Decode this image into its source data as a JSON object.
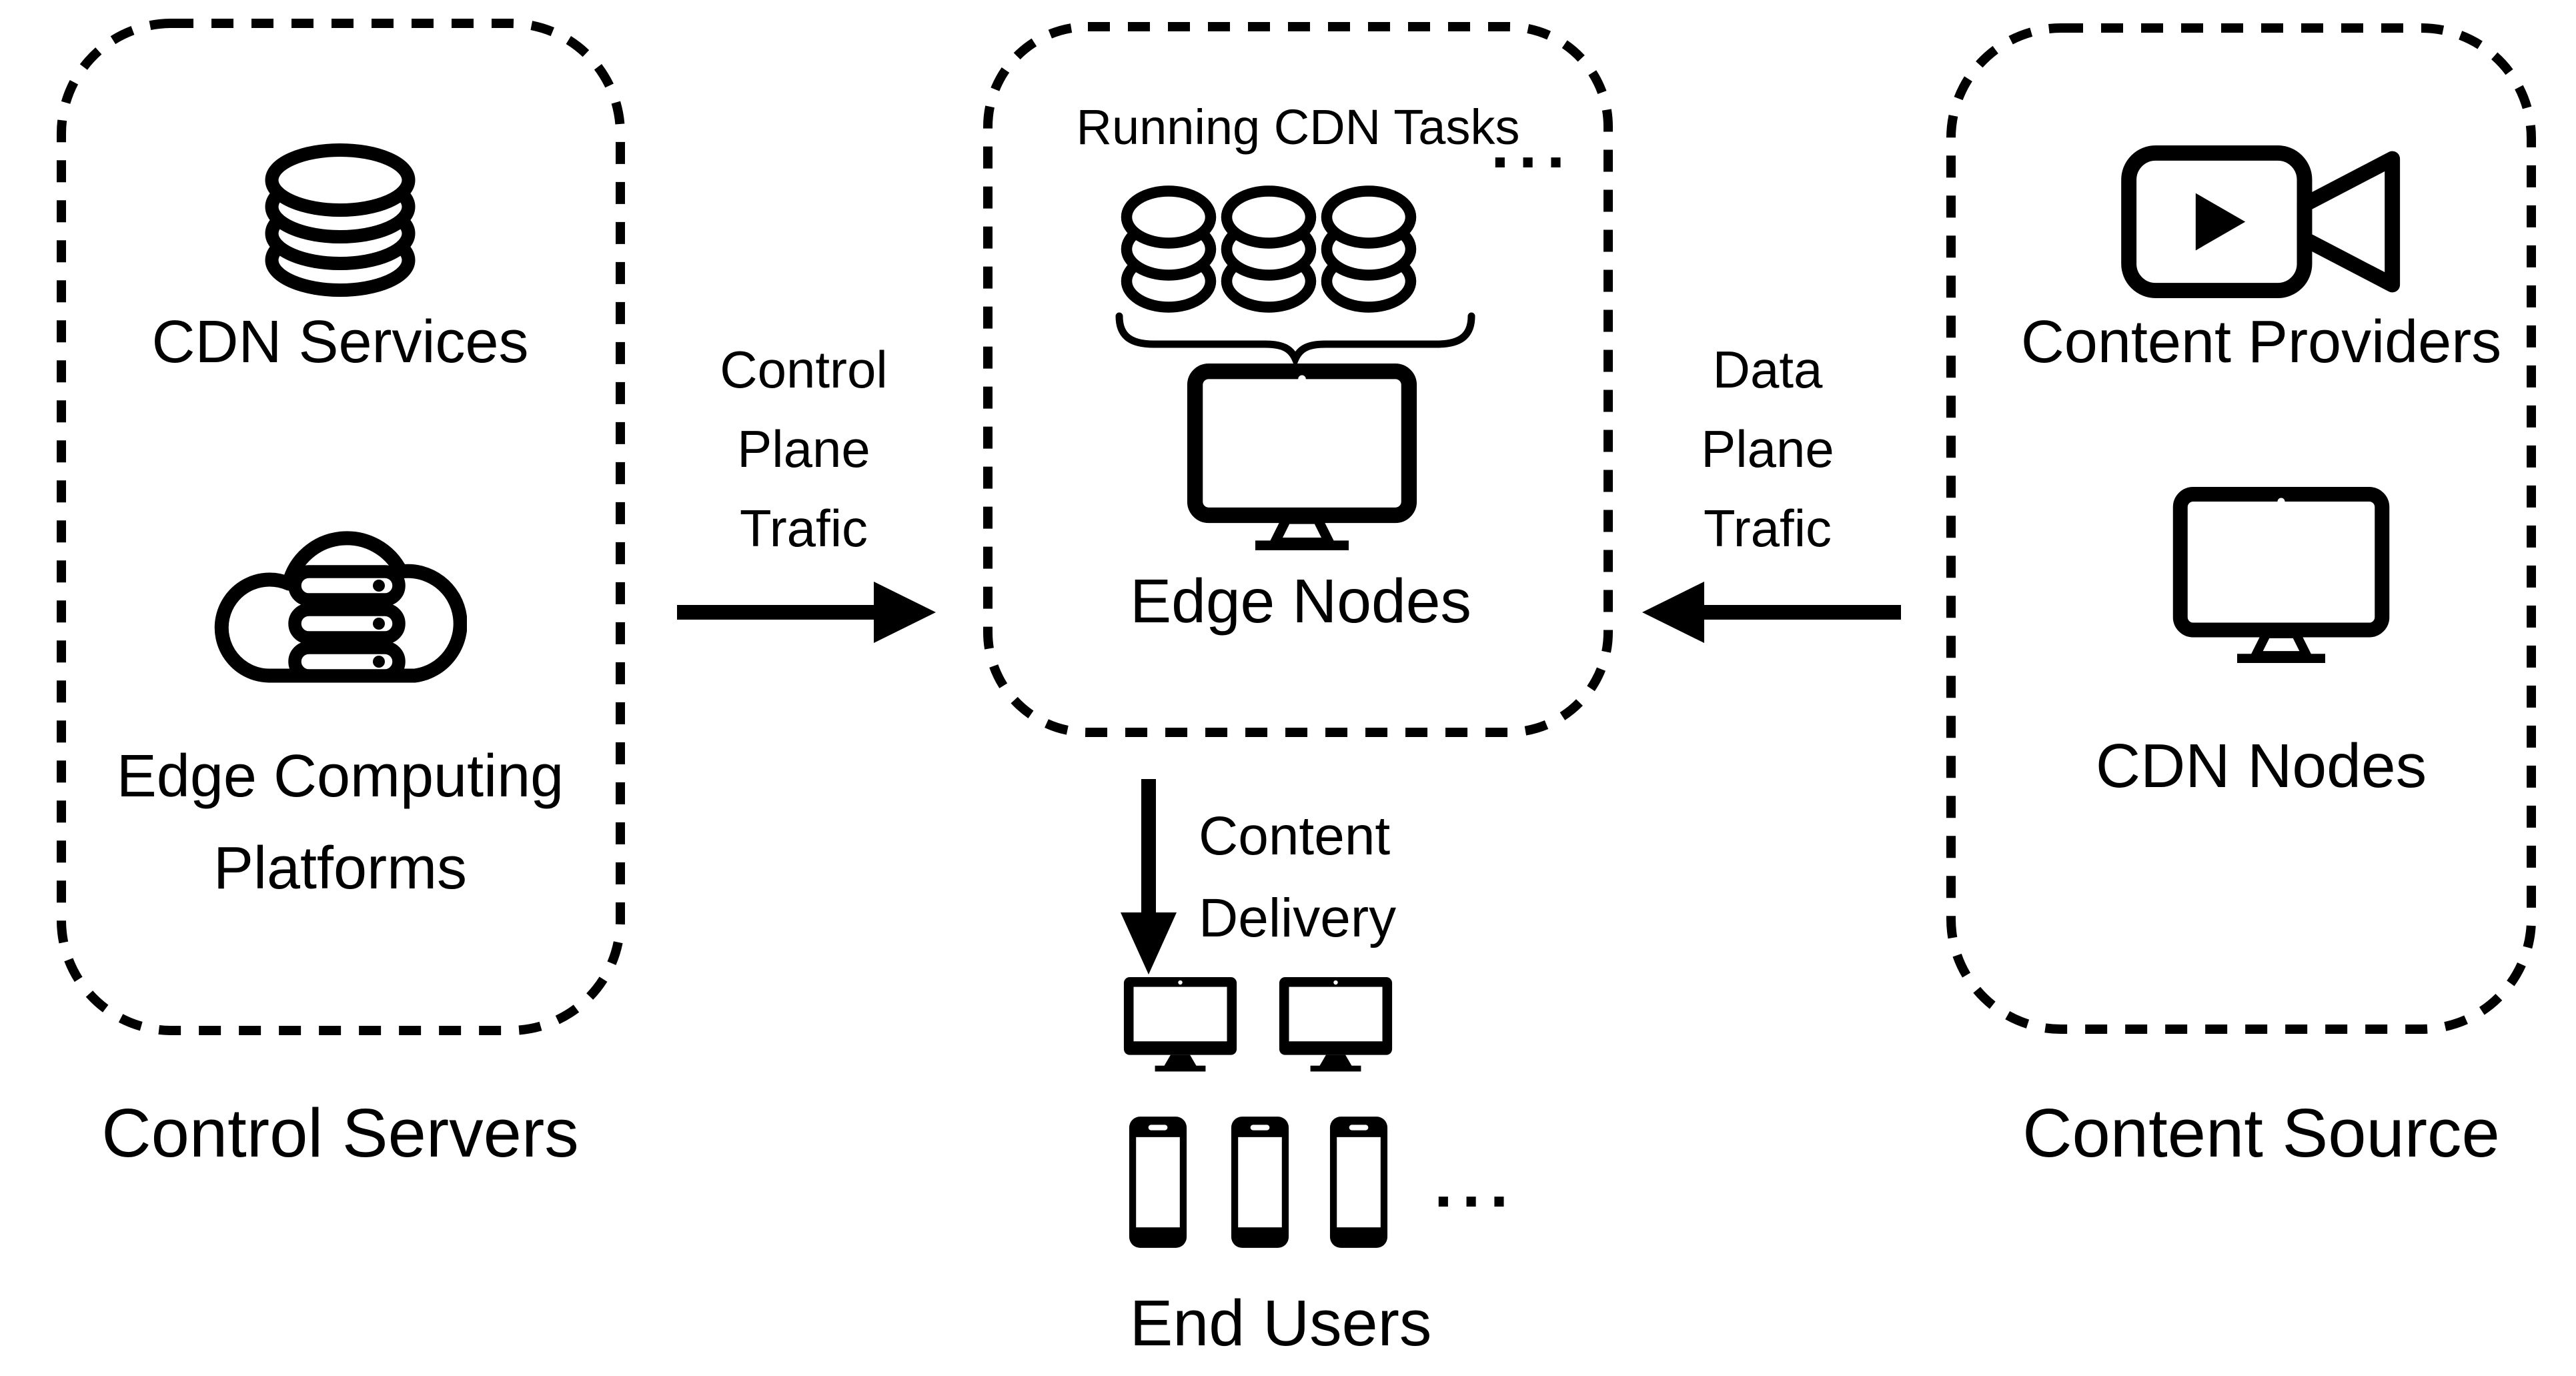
{
  "colors": {
    "ink": "#000000",
    "background": "#ffffff"
  },
  "left_group": {
    "caption": "Control Servers",
    "cdn_services_label": "CDN Services",
    "edge_computing_line1": "Edge Computing",
    "edge_computing_line2": "Platforms"
  },
  "middle_group": {
    "tasks_label": "Running CDN Tasks",
    "tasks_ellipsis": "...",
    "label": "Edge Nodes"
  },
  "right_group": {
    "caption": "Content Source",
    "content_providers_label": "Content Providers",
    "cdn_nodes_label": "CDN Nodes"
  },
  "arrows": {
    "control_plane": {
      "line1": "Control",
      "line2": "Plane",
      "line3": "Trafic"
    },
    "data_plane": {
      "line1": "Data",
      "line2": "Plane",
      "line3": "Trafic"
    },
    "content_delivery": {
      "line1": "Content",
      "line2": "Delivery"
    }
  },
  "end_users": {
    "label": "End Users",
    "ellipsis": "..."
  },
  "icons": {
    "cdn_services": "database-stack-icon",
    "edge_computing": "cloud-servers-icon",
    "running_tasks": "coin-stack-icon",
    "edge_nodes": "monitor-icon",
    "content_providers": "video-camera-icon",
    "cdn_nodes": "monitor-icon",
    "end_user_desktop": "desktop-filled-icon",
    "end_user_phone": "smartphone-icon"
  }
}
